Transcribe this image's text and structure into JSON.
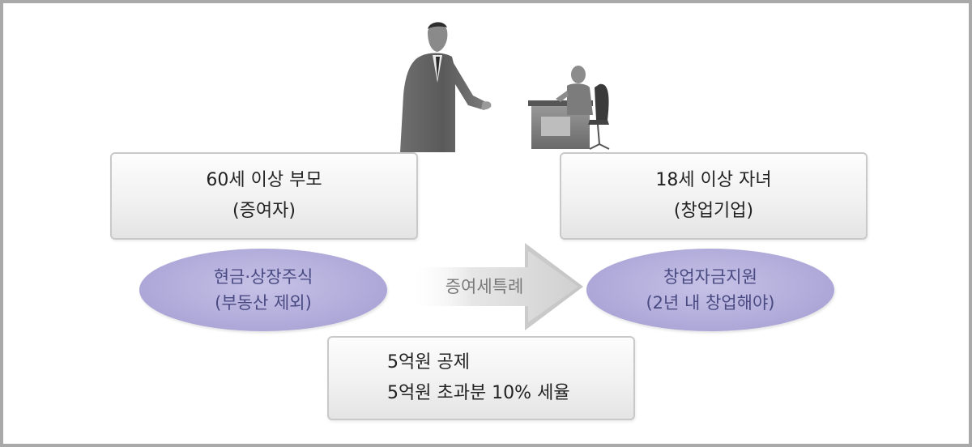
{
  "boxes": {
    "donor": {
      "line1": "60세 이상 부모",
      "line2": "(증여자)"
    },
    "recipient": {
      "line1": "18세 이상 자녀",
      "line2": "(창업기업)"
    },
    "tax": {
      "line1": "5억원 공제",
      "line2": "5억원 초과분 10% 세율"
    }
  },
  "ellipses": {
    "asset": {
      "line1": "현금·상장주식",
      "line2": "(부동산 제외)"
    },
    "purpose": {
      "line1": "창업자금지원",
      "line2": "(2년 내 창업해야)"
    }
  },
  "arrow": {
    "label": "증여세특례"
  },
  "colors": {
    "frame": "#a9a9a9",
    "ellipse_fill": "#ada7d8",
    "ellipse_text": "#4a4a82",
    "arrow_fill": "#d8d8d8",
    "arrow_text": "#7a7a7a"
  },
  "illustration": {
    "icon": "businessman-handing-to-seated-person-at-desk"
  }
}
